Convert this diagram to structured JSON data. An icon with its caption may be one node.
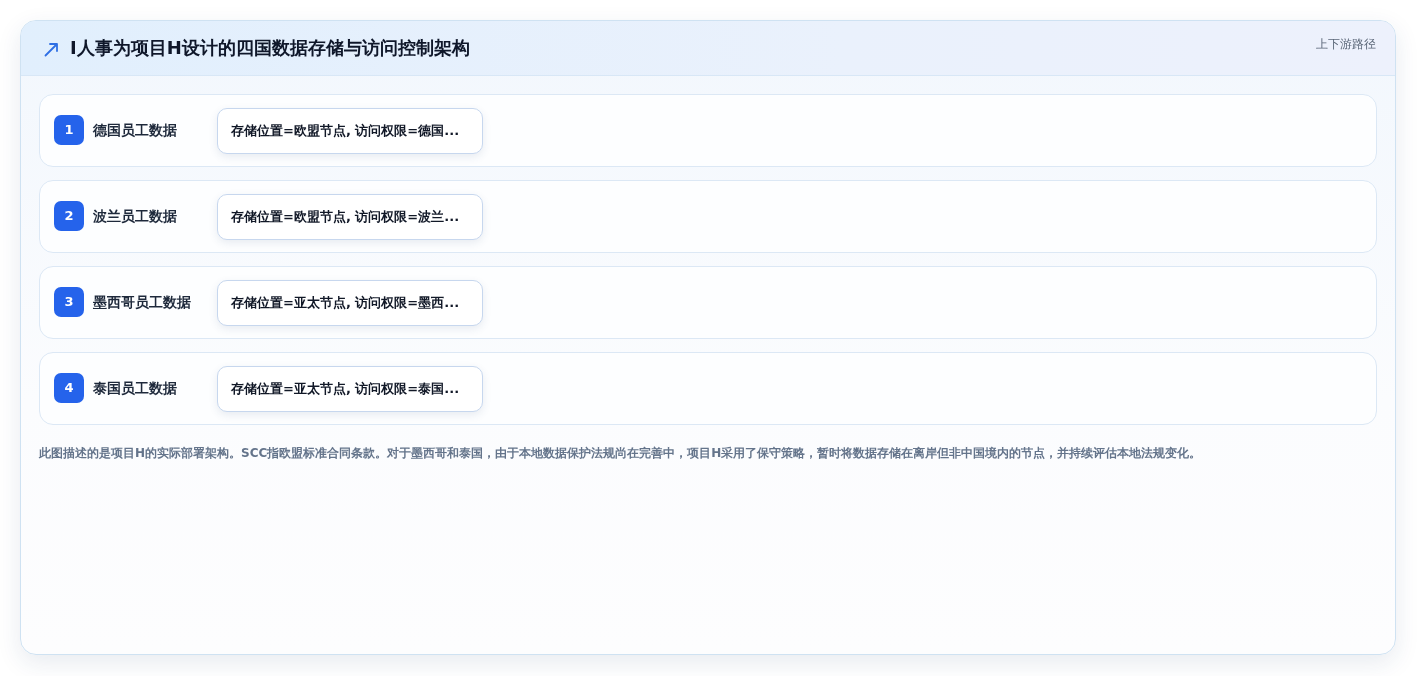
{
  "diagram": {
    "title": "I人事为项目H设计的四国数据存储与访问控制架构",
    "nodes": [
      {
        "text": [
          "德国员工数据"
        ]
      },
      {
        "text": [
          "1"
        ],
        "in": 0
      },
      {
        "text": [
          "存储位置=欧盟节点, 访问权限=德国..."
        ],
        "in": 0
      },
      {
        "text": [
          "波兰员工数据"
        ]
      },
      {
        "text": [
          "2"
        ],
        "in": 3
      },
      {
        "text": [
          "存储位置=欧盟节点, 访问权限=波兰..."
        ],
        "in": 3
      },
      {
        "text": [
          "墨西哥员工数据"
        ]
      },
      {
        "text": [
          "3"
        ],
        "in": 6
      },
      {
        "text": [
          "存储位置=亚太节点, 访问权限=墨西..."
        ],
        "in": 6
      },
      {
        "text": [
          "泰国员工数据"
        ]
      },
      {
        "text": [
          "4"
        ],
        "in": 9
      },
      {
        "text": [
          "存储位置=亚太节点, 访问权限=泰国..."
        ],
        "in": 9
      }
    ],
    "labels": [
      "上下游路径",
      "此图描述的是项目H的实际部署架构。SCC指欧盟标准合同条款。对于墨西哥和泰国，由于本地数据保护法规尚在完善中，项目H采用了保守策略，暂时将数据存储在离岸但非中国境内的节点，并持续评估本地法规变化。"
    ]
  }
}
